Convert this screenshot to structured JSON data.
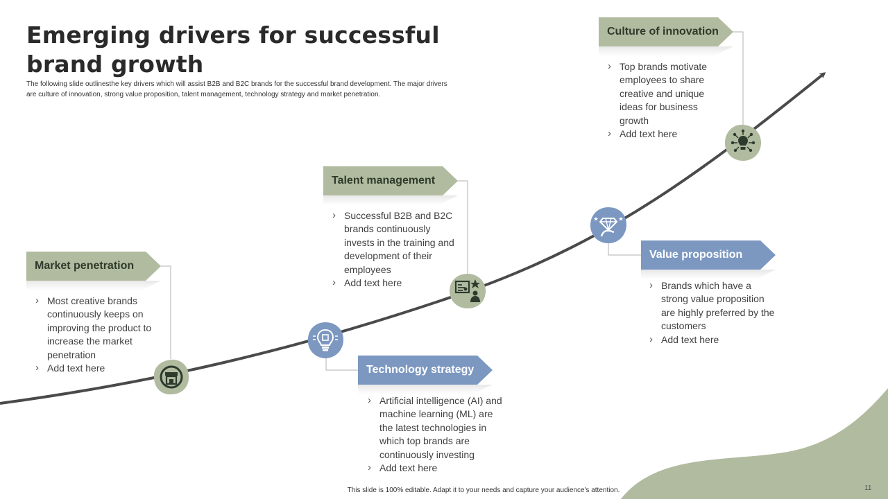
{
  "header": {
    "title": "Emerging drivers for successful brand growth",
    "subtitle": "The following slide outlinesthe key drivers which will assist B2B and B2C brands for the successful brand development. The major drivers are culture of innovation, strong value proposition, talent management, technology strategy and market penetration."
  },
  "drivers": [
    {
      "label": "Market penetration",
      "icon": "storefront-icon",
      "points": [
        "Most creative brands continuously keeps on improving the product to increase the market penetration",
        "Add text here"
      ]
    },
    {
      "label": "Technology strategy",
      "icon": "lightbulb-chip-icon",
      "points": [
        "Artificial intelligence (AI) and machine learning (ML) are the latest technologies in which top brands are continuously investing",
        "Add text here"
      ]
    },
    {
      "label": "Talent management",
      "icon": "presentation-employee-icon",
      "points": [
        "Successful B2B and B2C brands continuously invests in the training and development of their employees",
        "Add text here"
      ]
    },
    {
      "label": "Value proposition",
      "icon": "hand-diamond-icon",
      "points": [
        "Brands which have a strong value proposition are highly preferred by the customers",
        "Add text here"
      ]
    },
    {
      "label": "Culture of innovation",
      "icon": "lightbulb-network-icon",
      "points": [
        "Top brands motivate employees to share creative and unique ideas for business growth",
        "Add text here"
      ]
    }
  ],
  "colors": {
    "green": "#b1bba0",
    "blue": "#7c98c1",
    "curve": "#4a4a4a"
  },
  "footer": {
    "note": "This slide is 100% editable. Adapt it to your needs and capture your audience's attention.",
    "page_number": "11"
  }
}
